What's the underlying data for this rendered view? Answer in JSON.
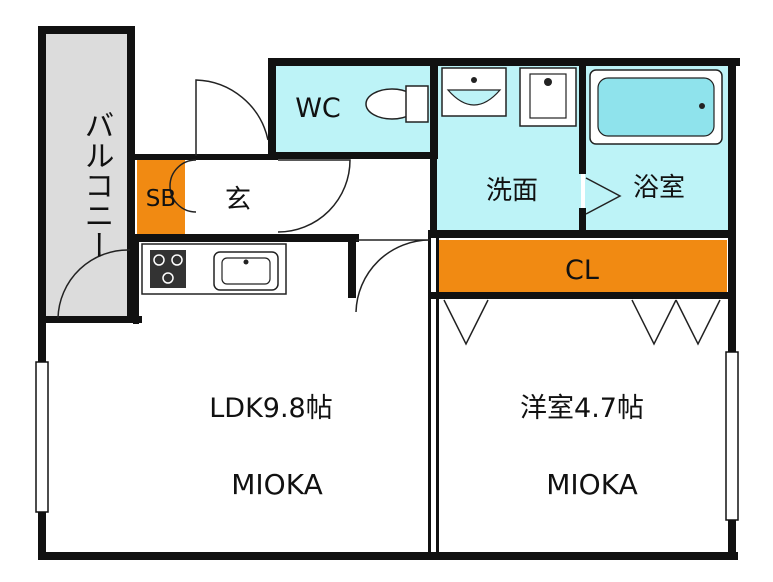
{
  "rooms": {
    "balcony": "バルコニー",
    "wc": "WC",
    "washroom": "洗面",
    "bathroom": "浴室",
    "shoe_box": "SB",
    "entrance": "玄",
    "closet": "CL",
    "ldk": "LDK9.8帖",
    "western_room": "洋室4.7帖"
  },
  "watermarks": [
    "MIOKA",
    "MIOKA"
  ],
  "colors": {
    "wall": "#111111",
    "wet_area": "#bdf3f7",
    "closet": "#f18a12",
    "balcony": "#dcdcdc",
    "floor": "#ffffff"
  }
}
